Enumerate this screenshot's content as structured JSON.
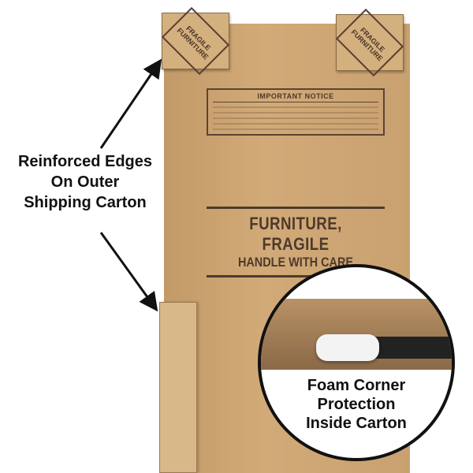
{
  "flap_text": "FRAGILE FURNITURE",
  "notice": {
    "heading": "IMPORTANT NOTICE"
  },
  "box_text": {
    "line1": "FURNITURE, FRAGILE",
    "line2": "HANDLE WITH CARE"
  },
  "callout_left": [
    "Reinforced Edges",
    "On Outer",
    "Shipping Carton"
  ],
  "callout_circle": [
    "Foam Corner",
    "Protection",
    "Inside Carton"
  ],
  "colors": {
    "cardboard": "#c9a170",
    "ink": "#4e3a2c"
  }
}
